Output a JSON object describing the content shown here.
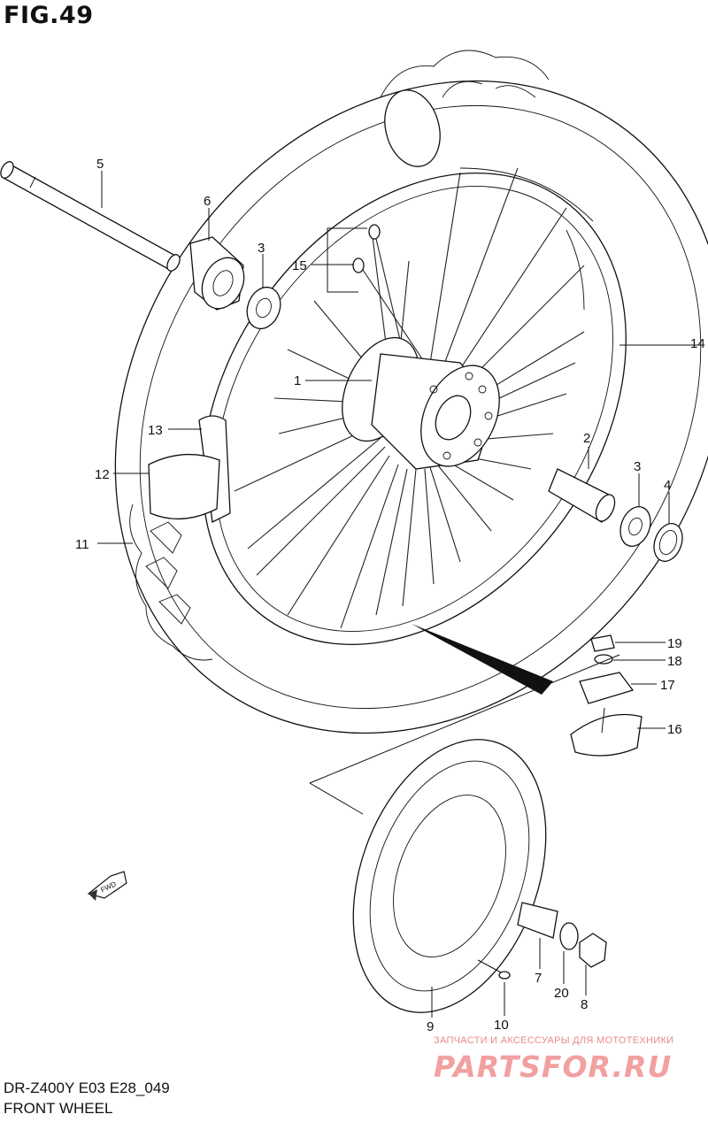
{
  "figure": {
    "title": "FIG.49"
  },
  "callouts": [
    "1",
    "2",
    "3",
    "3",
    "4",
    "5",
    "6",
    "7",
    "8",
    "9",
    "10",
    "11",
    "12",
    "13",
    "14",
    "15",
    "16",
    "17",
    "18",
    "19",
    "20"
  ],
  "direction_badge": "FWD",
  "footer": {
    "model_code": "DR-Z400Y E03 E28_049",
    "section_name": "FRONT WHEEL"
  },
  "watermark": {
    "tagline": "ЗАПЧАСТИ И АКСЕССУАРЫ ДЛЯ МОТОТЕХНИКИ",
    "brand": "PARTSFOR.RU"
  }
}
